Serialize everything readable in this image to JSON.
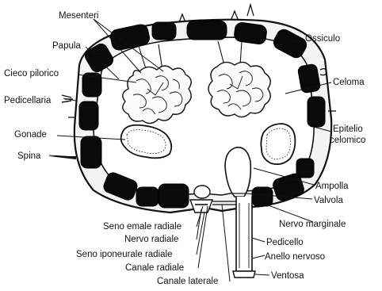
{
  "labels": {
    "mesenteri": "Mesenteri",
    "papula": "Papula",
    "cieco_pilorico": "Cieco pilorico",
    "pedicellaria": "Pedicellaria",
    "gonade": "Gonade",
    "spina": "Spina",
    "ossiculo": "Ossiculo",
    "celoma": "Celoma",
    "epitelio_1": "Epitelio",
    "epitelio_2": "celomico",
    "ampolla": "Ampolla",
    "valvola": "Valvola",
    "nervo_marginale": "Nervo marginale",
    "pedicello": "Pedicello",
    "anello_nervoso": "Anello nervoso",
    "ventosa": "Ventosa",
    "seno_emale_radiale": "Seno emale radiale",
    "nervo_radiale": "Nervo radiale",
    "seno_iponeurale_radiale": "Seno iponeurale radiale",
    "canale_radiale": "Canale radiale",
    "canale_laterale": "Canale laterale"
  }
}
